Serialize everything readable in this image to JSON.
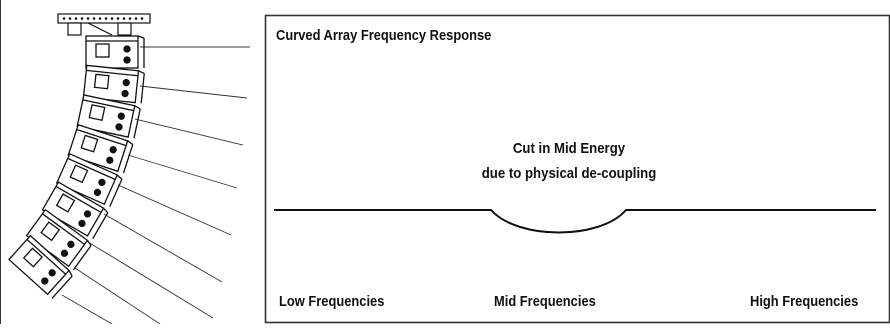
{
  "colors": {
    "ink": "#111111",
    "frame": "#333333",
    "background": "#ffffff"
  },
  "diagram": {
    "title": "Curved Array Frequency Response",
    "annotation_line1": "Cut in Mid Energy",
    "annotation_line2": "due to physical de-coupling",
    "axis_labels": {
      "low": "Low Frequencies",
      "mid": "Mid Frequencies",
      "high": "High Frequencies"
    }
  },
  "speaker_array": {
    "cabinet_count": 8,
    "curve": "progressively curved line array flown from a top rigging frame",
    "dispersion_lines": 9
  }
}
